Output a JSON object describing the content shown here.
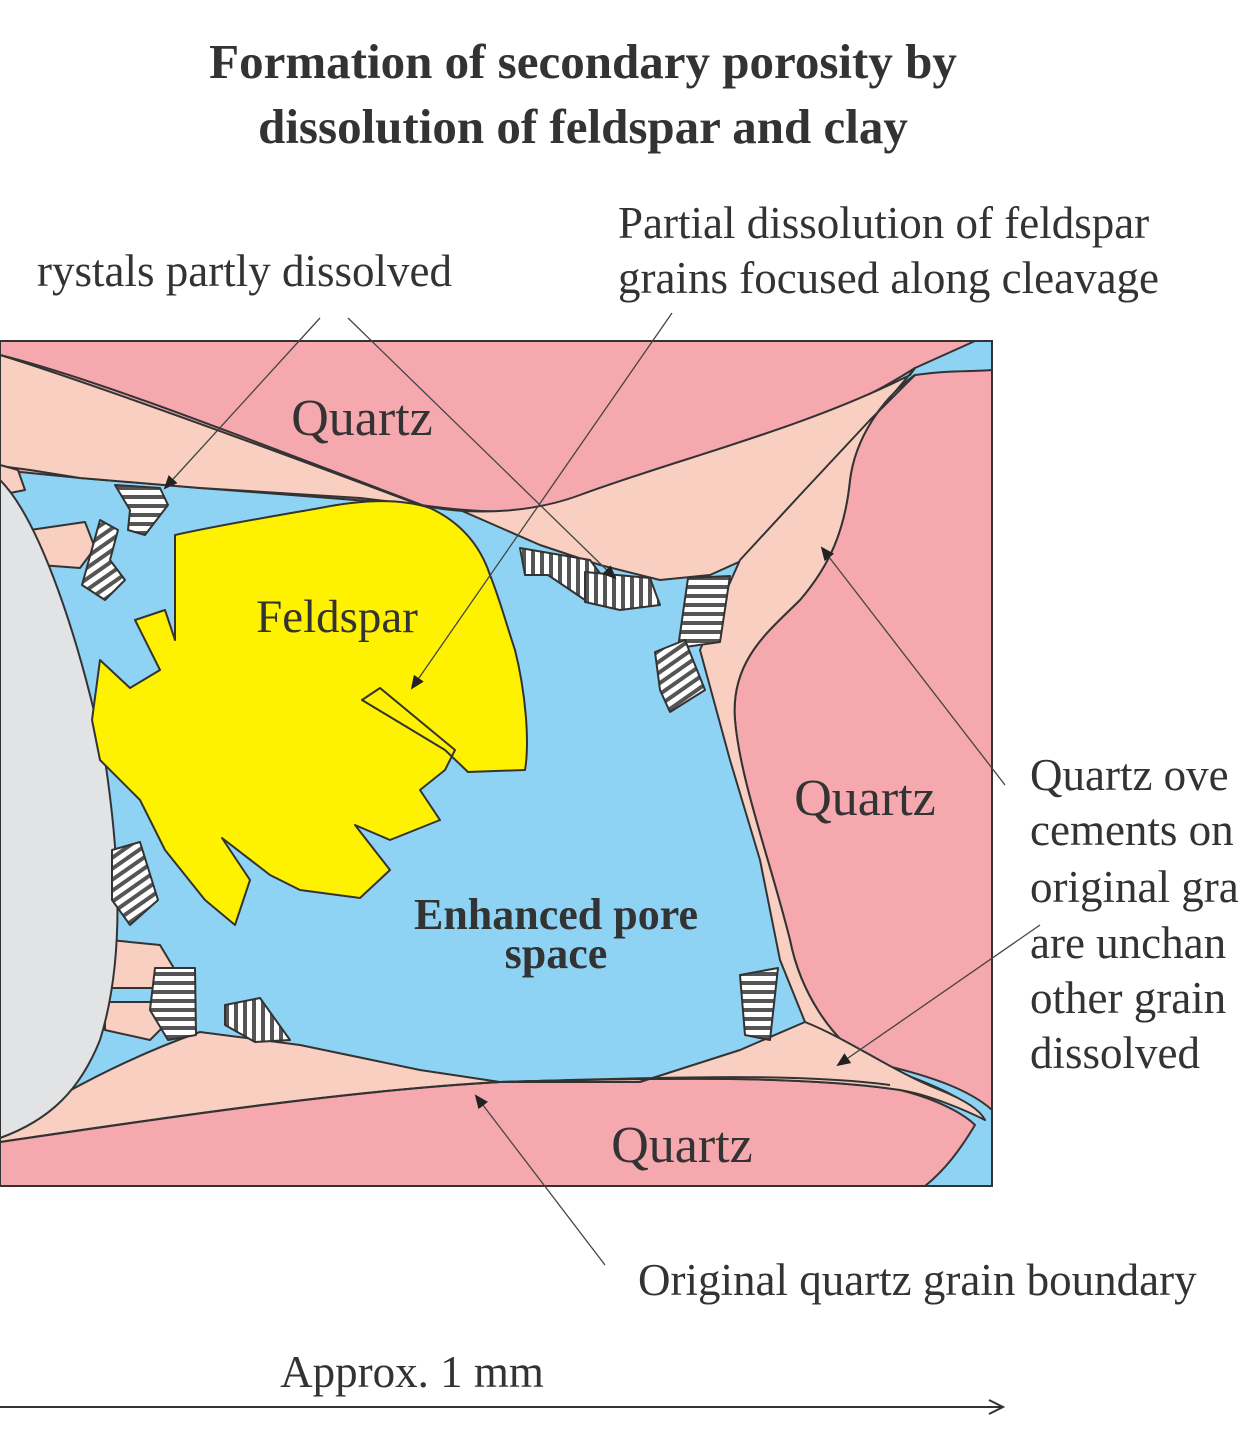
{
  "title": {
    "line1": "Formation of secondary porosity by",
    "line2": "dissolution of feldspar and clay"
  },
  "labels": {
    "quartz_top": "Quartz",
    "quartz_right": "Quartz",
    "quartz_bottom": "Quartz",
    "feldspar": "Feldspar",
    "pore_line1": "Enhanced pore",
    "pore_line2": "space"
  },
  "annotations": {
    "clay": "rystals partly dissolved",
    "feldspar_line1": "Partial dissolution of feldspar",
    "feldspar_line2": "grains focused along cleavage",
    "overgrowth_line1": "Quartz ove",
    "overgrowth_line2": "cements on",
    "overgrowth_line3": "original gra",
    "overgrowth_line4": "are unchan",
    "overgrowth_line5": "other grain",
    "overgrowth_line6": "dissolved",
    "boundary": "Original quartz grain boundary"
  },
  "scale": {
    "label": "Approx. 1 mm"
  },
  "colors": {
    "pore": "#8fd3f4",
    "quartz": "#f5a8ae",
    "overgrowth": "#f8cfc0",
    "feldspar": "#fff200",
    "grain_grey": "#e2e3e5",
    "text": "#333333"
  }
}
